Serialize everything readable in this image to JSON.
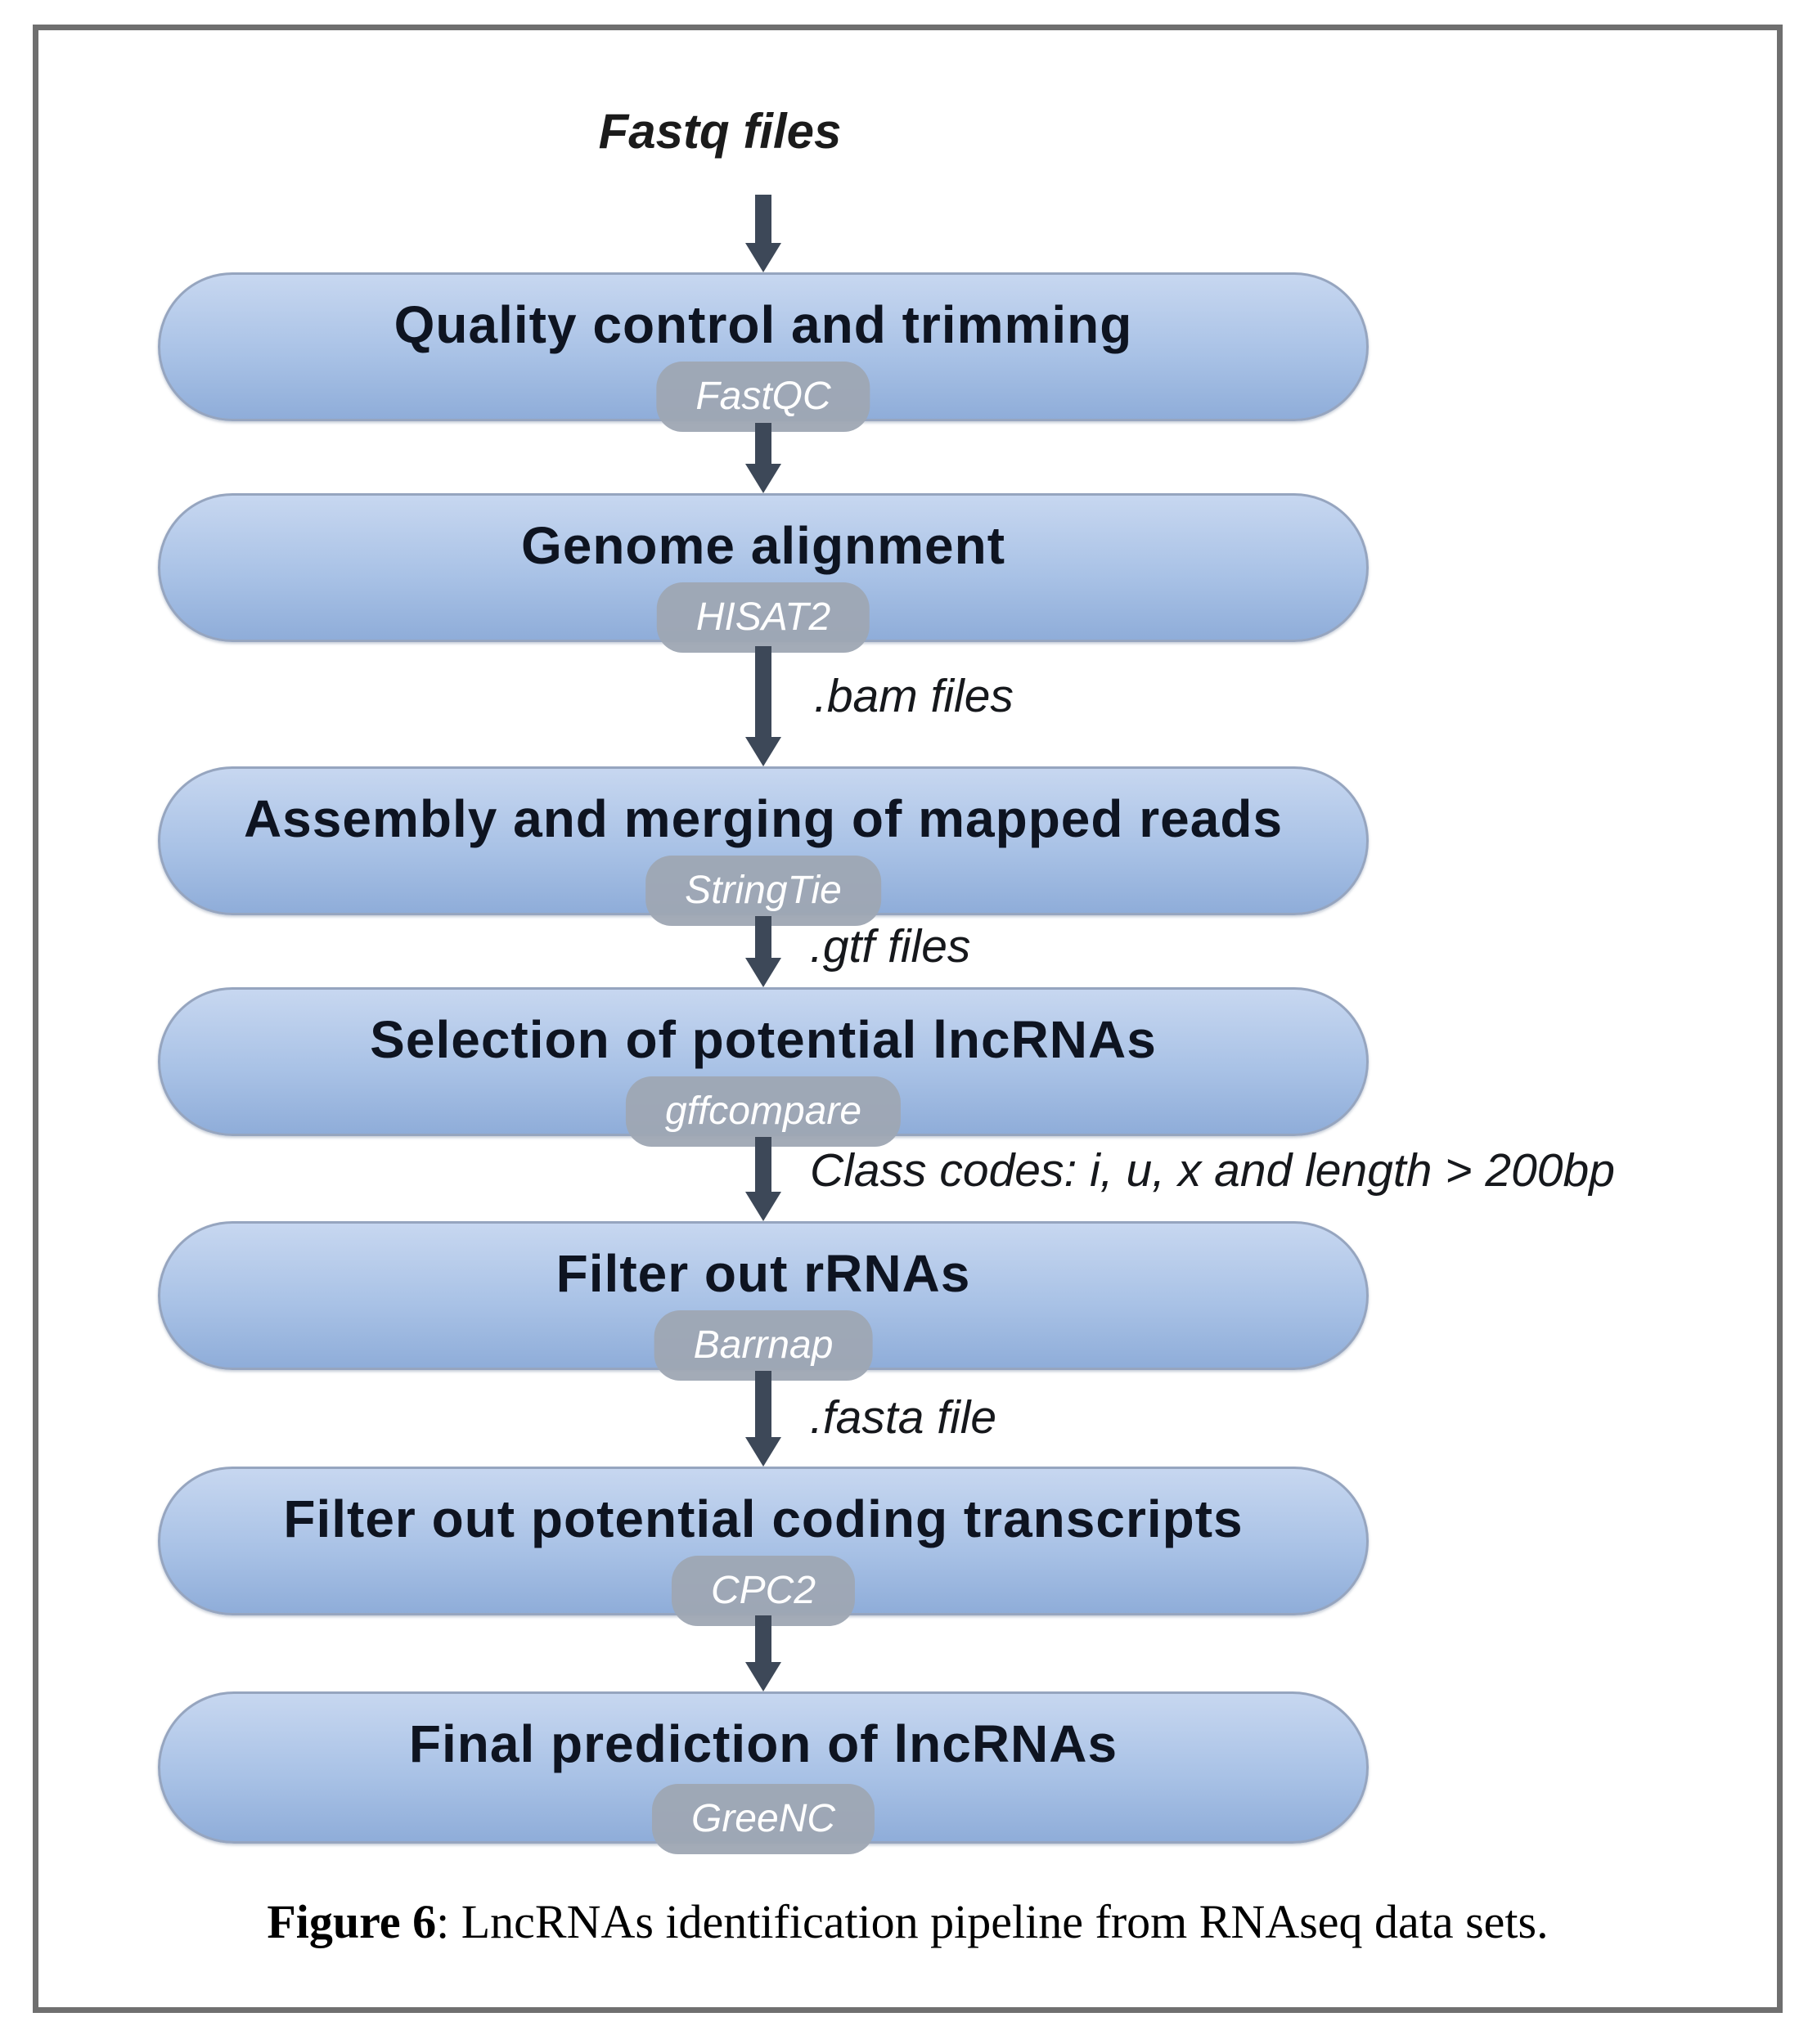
{
  "pipeline": {
    "input_label": "Fastq files",
    "steps": [
      {
        "title": "Quality control and trimming",
        "tool": "FastQC",
        "output_label": ""
      },
      {
        "title": "Genome alignment",
        "tool": "HISAT2",
        "output_label": ".bam files"
      },
      {
        "title": "Assembly and merging of mapped reads",
        "tool": "StringTie",
        "output_label": ".gtf files"
      },
      {
        "title": "Selection of potential lncRNAs",
        "tool": "gffcompare",
        "output_label": "Class codes: i, u, x and length > 200bp"
      },
      {
        "title": "Filter out rRNAs",
        "tool": "Barrnap",
        "output_label": ".fasta file"
      },
      {
        "title": "Filter out potential coding transcripts",
        "tool": "CPC2",
        "output_label": ""
      },
      {
        "title": "Final prediction of lncRNAs",
        "tool": "GreeNC",
        "output_label": ""
      }
    ],
    "caption": {
      "prefix": "Figure 6",
      "rest": ": LncRNAs identification pipeline from RNAseq data sets."
    },
    "colors": {
      "box_fill_top": "#c7d7f0",
      "box_fill_bottom": "#8fadd9",
      "box_border": "#96a5bf",
      "title_text": "#0e1421",
      "pill_background": "#9ea6b3",
      "pill_text": "#ffffff",
      "arrow": "#3d4858",
      "frame_border": "#6f6f6f",
      "label_text": "#16181c"
    }
  }
}
